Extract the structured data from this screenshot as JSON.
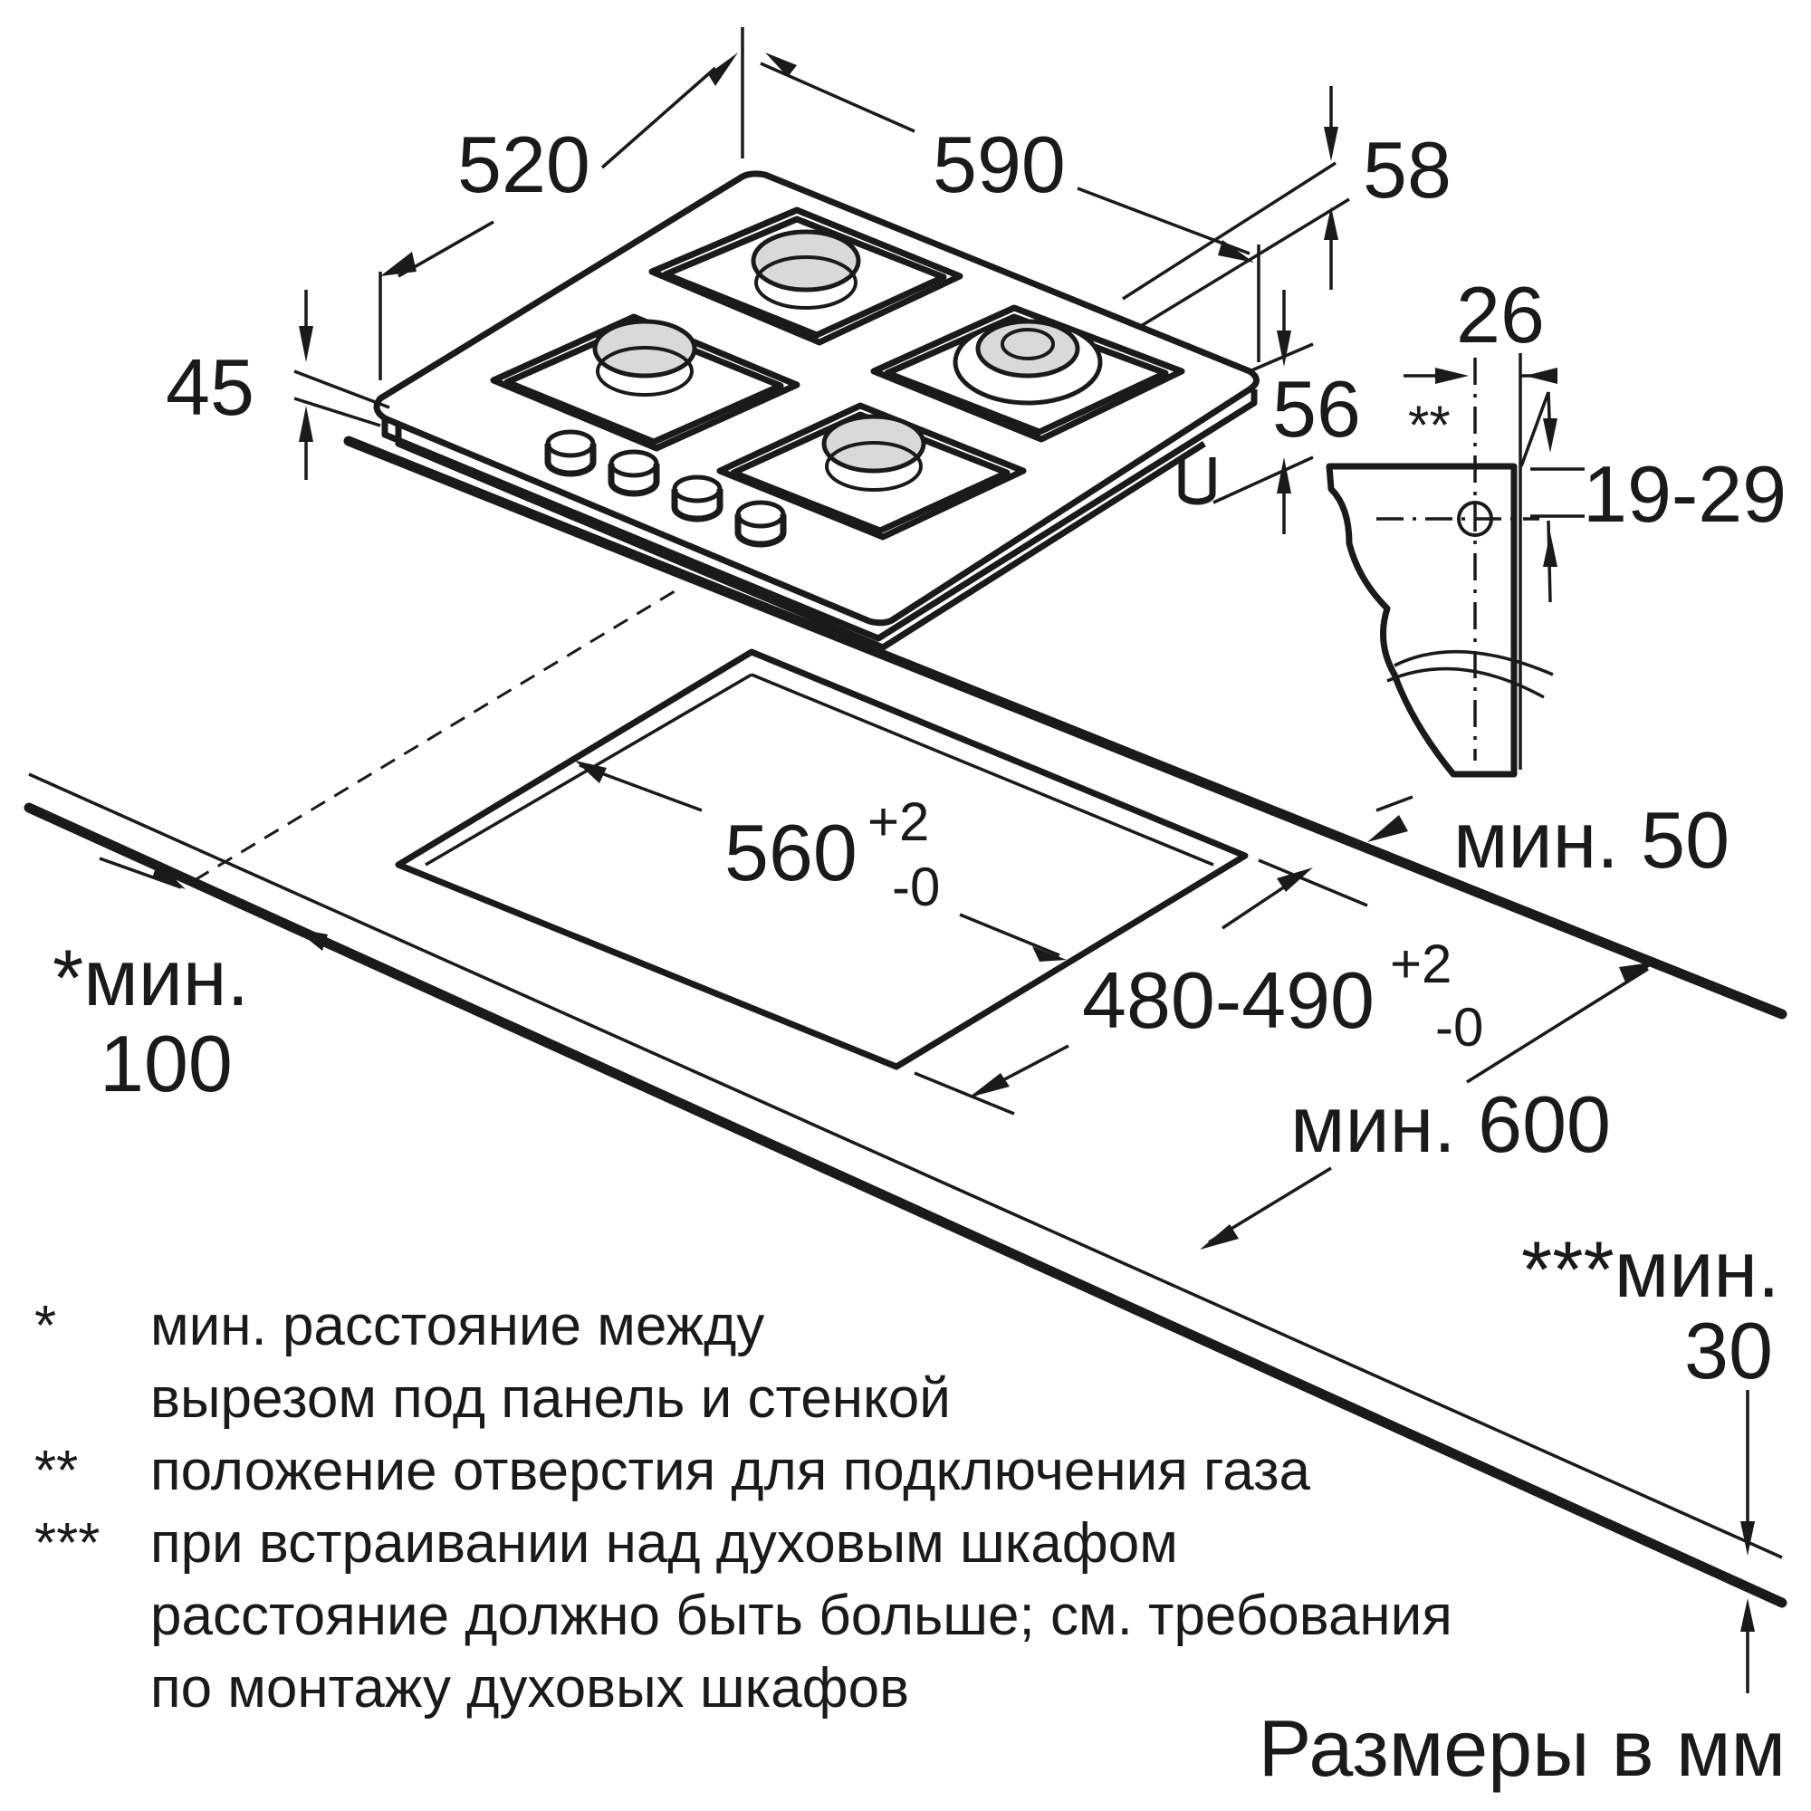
{
  "dimensions": {
    "depth_520": "520",
    "width_590": "590",
    "height_58": "58",
    "height_45": "45",
    "height_56": "56",
    "gas_26": "26",
    "gas_marker": "**",
    "gas_19_29": "19-29",
    "cutout_width": "560",
    "cutout_width_tol_plus": "+2",
    "cutout_width_tol_minus": "-0",
    "cutout_depth": "480-490",
    "cutout_depth_tol_plus": "+2",
    "cutout_depth_tol_minus": "-0",
    "min_50": "мин. 50",
    "min_600": "мин. 600",
    "min_100_line1": "*мин.",
    "min_100_line2": "100",
    "min_30_line1": "***мин.",
    "min_30_line2": "30"
  },
  "notes": [
    {
      "mark": "*",
      "text": "мин. расстояние между\nвырезом под панель и стенкой"
    },
    {
      "mark": "**",
      "text": "положение отверстия для подключения газа"
    },
    {
      "mark": "***",
      "text": "при встраивании над духовым шкафом\nрасстояние должно быть больше; см. требования\nпо монтажу духовых шкафов"
    }
  ],
  "units": "Размеры в мм"
}
